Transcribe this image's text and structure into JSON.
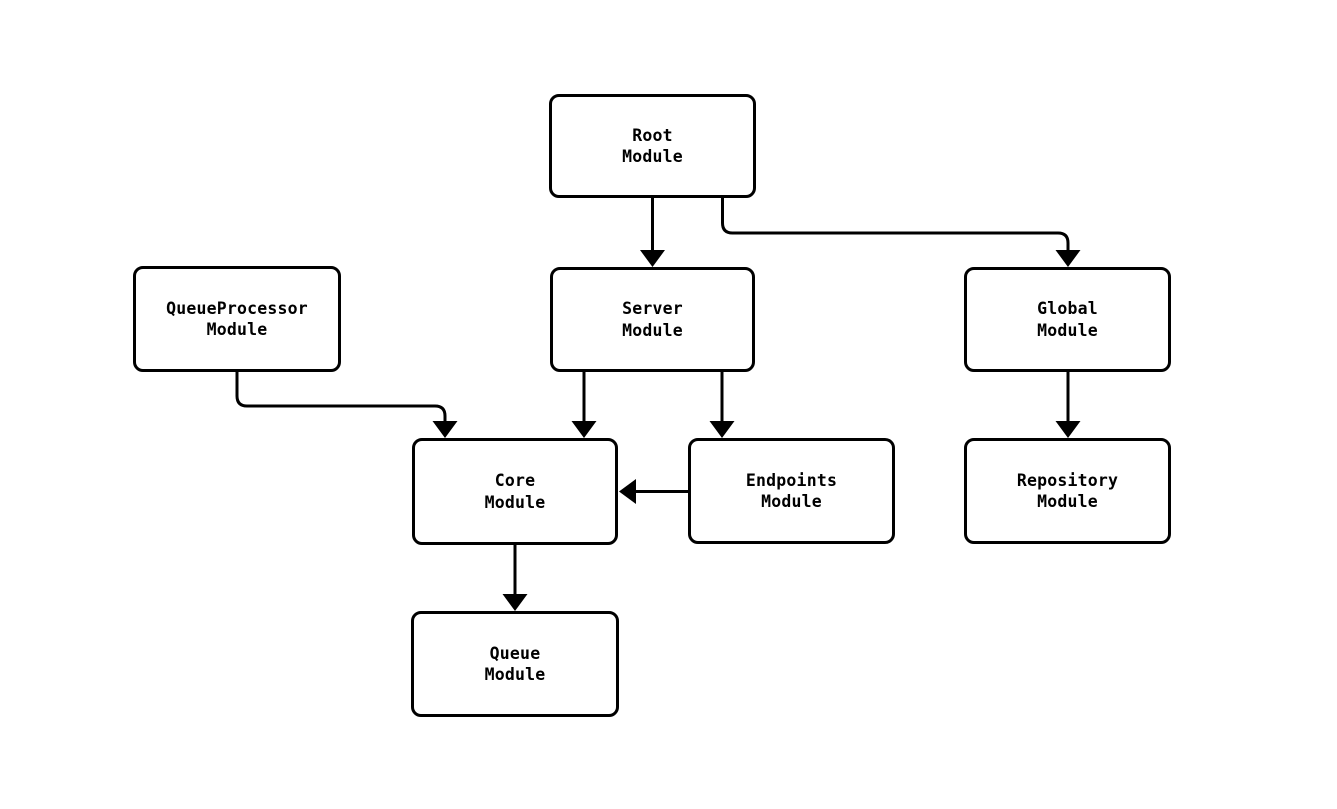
{
  "diagram": {
    "type": "flowchart-module-dependencies",
    "background_color": "#ffffff",
    "stroke_color": "#000000",
    "nodes": {
      "root": {
        "line1": "Root",
        "line2": "Module"
      },
      "queueprocessor": {
        "line1": "QueueProcessor",
        "line2": "Module"
      },
      "server": {
        "line1": "Server",
        "line2": "Module"
      },
      "global": {
        "line1": "Global",
        "line2": "Module"
      },
      "core": {
        "line1": "Core",
        "line2": "Module"
      },
      "endpoints": {
        "line1": "Endpoints",
        "line2": "Module"
      },
      "repository": {
        "line1": "Repository",
        "line2": "Module"
      },
      "queue": {
        "line1": "Queue",
        "line2": "Module"
      }
    },
    "edges": [
      {
        "from": "root",
        "to": "server"
      },
      {
        "from": "root",
        "to": "global"
      },
      {
        "from": "queueprocessor",
        "to": "core"
      },
      {
        "from": "server",
        "to": "core"
      },
      {
        "from": "server",
        "to": "endpoints"
      },
      {
        "from": "endpoints",
        "to": "core"
      },
      {
        "from": "core",
        "to": "queue"
      },
      {
        "from": "global",
        "to": "repository"
      }
    ]
  }
}
